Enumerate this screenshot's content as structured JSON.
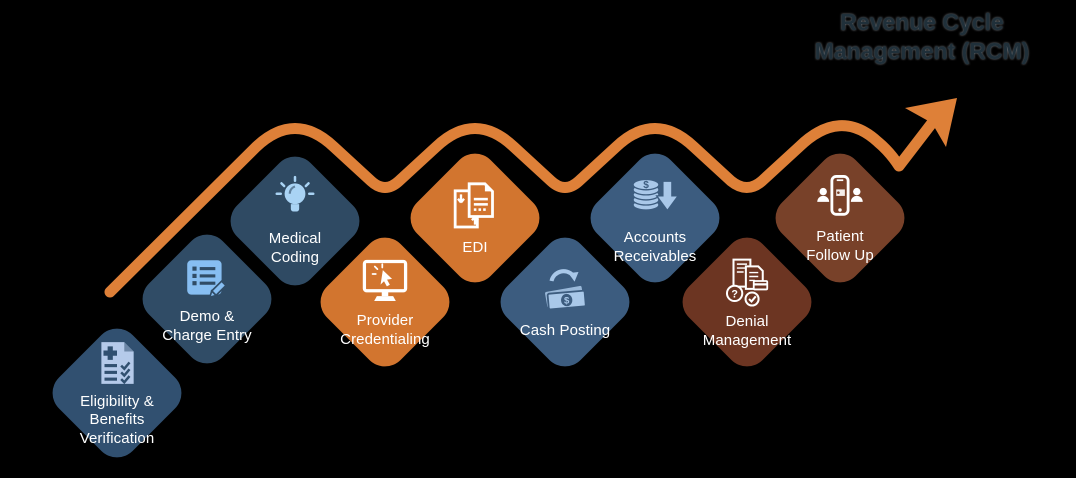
{
  "title": {
    "line1": "Revenue Cycle",
    "line2": "Management (RCM)",
    "full": "Revenue Cycle Management (RCM)",
    "color": "#20303a"
  },
  "arrow": {
    "name": "growth-trend-arrow",
    "color": "#DE8038",
    "direction": "up-right"
  },
  "steps": [
    {
      "label": "Eligibility &\nBenefits\nVerification",
      "color": "#315070",
      "icon": "checklist-clipboard-icon",
      "icon_color": "#B5CAEA"
    },
    {
      "label": "Demo &\nCharge Entry",
      "color": "#304C66",
      "icon": "notepad-pencil-icon",
      "icon_color": "#87BEF2"
    },
    {
      "label": "Medical\nCoding",
      "color": "#2F4A63",
      "icon": "lightbulb-icon",
      "icon_color": "#A9D3F4"
    },
    {
      "label": "Provider\nCredentialing",
      "color": "#D2752F",
      "icon": "monitor-cursor-icon",
      "icon_color": "#FFFFFF"
    },
    {
      "label": "EDI",
      "color": "#D2752F",
      "icon": "edi-documents-icon",
      "icon_color": "#FFFFFF"
    },
    {
      "label": "Cash Posting",
      "color": "#3C5C7F",
      "icon": "cash-arrow-icon",
      "icon_color": "#A9C8E9"
    },
    {
      "label": "Accounts\nReceivables",
      "color": "#3C5C7F",
      "icon": "coins-arrow-icon",
      "icon_color": "#A9C8E9"
    },
    {
      "label": "Denial\nManagement",
      "color": "#6C3522",
      "icon": "denial-docs-icon",
      "icon_color": "#FFFFFF"
    },
    {
      "label": "Patient\nFollow Up",
      "color": "#784129",
      "icon": "phone-people-icon",
      "icon_color": "#FFFFFF"
    }
  ],
  "text_color": "#FFFFFF"
}
